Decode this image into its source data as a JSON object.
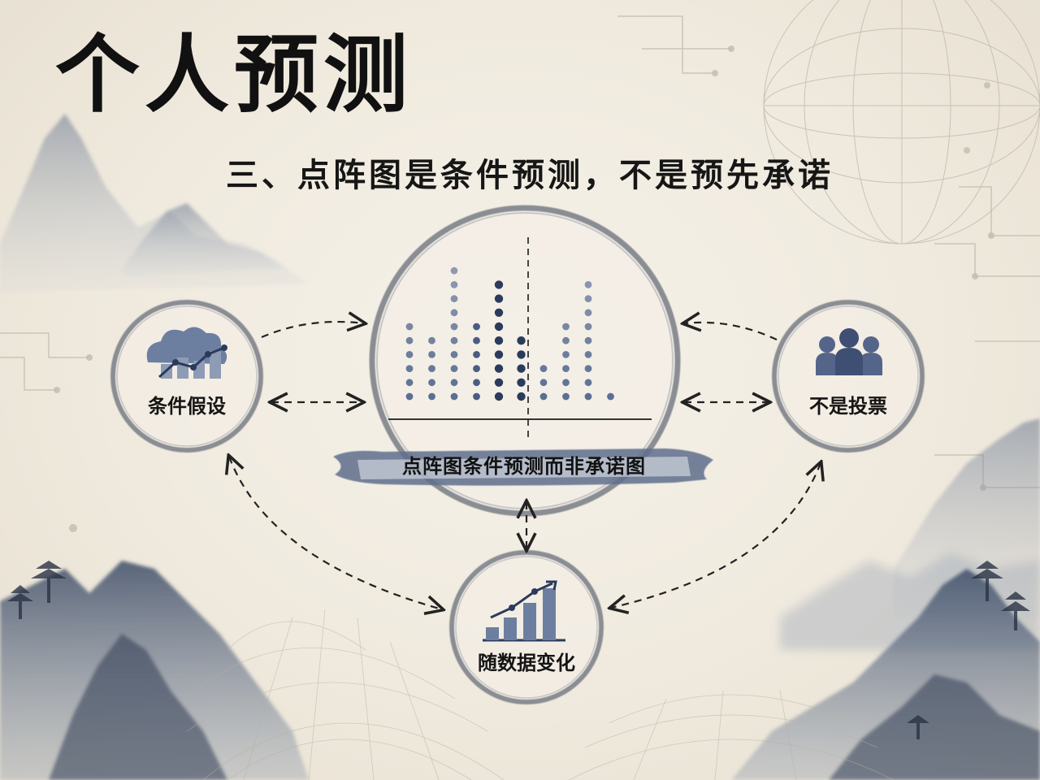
{
  "title": "个人预测",
  "subtitle": "三、点阵图是条件预测，不是预先承诺",
  "center": {
    "banner": "点阵图条件预测而非承诺图",
    "dot_columns": [
      {
        "count": 6,
        "tone": "light"
      },
      {
        "count": 5,
        "tone": "light"
      },
      {
        "count": 10,
        "tone": "light"
      },
      {
        "count": 6,
        "tone": "mid"
      },
      {
        "count": 9,
        "tone": "dark"
      },
      {
        "count": 5,
        "tone": "dark"
      },
      {
        "count": 3,
        "tone": "light"
      },
      {
        "count": 6,
        "tone": "light"
      },
      {
        "count": 9,
        "tone": "light"
      },
      {
        "count": 1,
        "tone": "light"
      }
    ]
  },
  "nodes": {
    "left": {
      "label": "条件假设",
      "icon": "cloud-trend-icon"
    },
    "right": {
      "label": "不是投票",
      "icon": "people-icon"
    },
    "bottom": {
      "label": "随数据变化",
      "icon": "bar-trend-icon"
    }
  },
  "colors": {
    "ink": "#1c1c1c",
    "ink_blue": "#5b6f93",
    "ink_blue_dark": "#2b3b5c",
    "ring": "#8e9198",
    "paper": "#f1ece2"
  }
}
